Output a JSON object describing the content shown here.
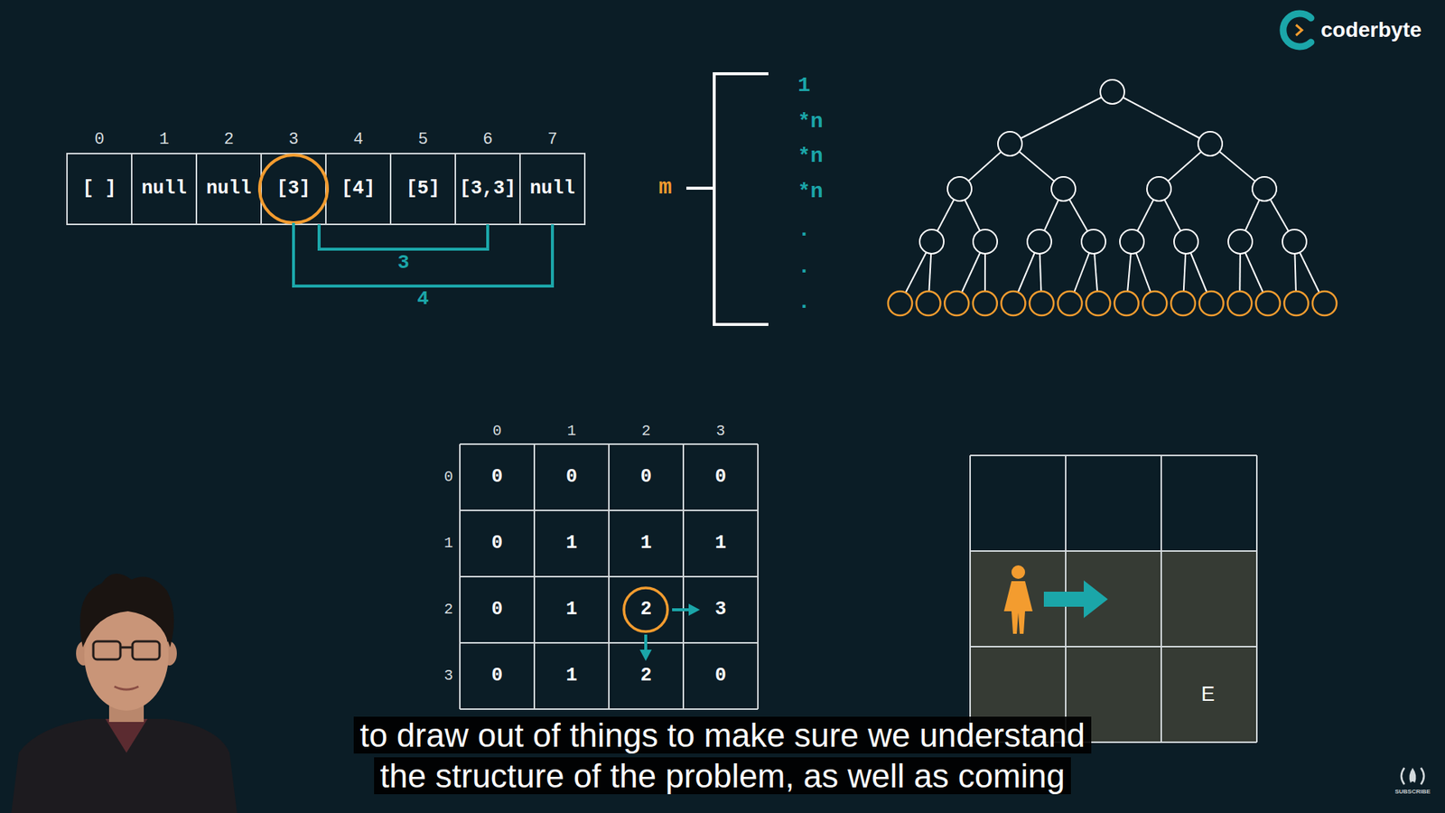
{
  "diagram": {
    "labels": [
      "coderbyte",
      "0",
      "1",
      "2",
      "3",
      "4",
      "5",
      "6",
      "7",
      "[ ]",
      "null",
      "null",
      "[3]",
      "[4]",
      "[5]",
      "[3,3]",
      "null",
      "3",
      "4",
      "m",
      "1",
      "*n",
      "*n",
      "*n",
      ".",
      ".",
      ".",
      "0",
      "1",
      "2",
      "3",
      "0",
      "1",
      "2",
      "3",
      "0",
      "0",
      "0",
      "0",
      "0",
      "1",
      "1",
      "1",
      "0",
      "1",
      "2",
      "3",
      "0",
      "1",
      "2",
      "0",
      "E",
      "to draw out of things to make sure we understand the structure of the problem, as well as coming",
      "SUBSCRIBE"
    ]
  }
}
